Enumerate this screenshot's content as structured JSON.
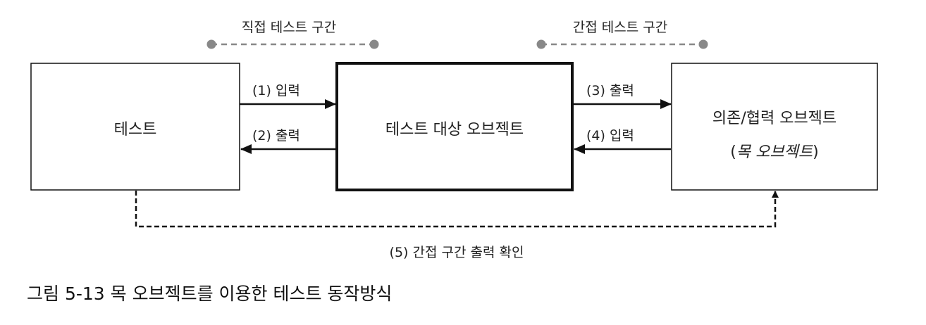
{
  "spans": {
    "direct": "직접 테스트 구간",
    "indirect": "간접 테스트 구간"
  },
  "boxes": {
    "test": "테스트",
    "target": "테스트 대상 오브젝트",
    "collab_line1": "의존/협력 오브젝트",
    "collab_line2_open": "(",
    "collab_line2_italic": "목 오브젝트",
    "collab_line2_close": ")"
  },
  "arrows": {
    "a1": "(1) 입력",
    "a2": "(2) 출력",
    "a3": "(3) 출력",
    "a4": "(4) 입력",
    "a5": "(5) 간접 구간 출력 확인"
  },
  "caption": "그림 5-13 목 오브젝트를 이용한 테스트 동작방식",
  "colors": {
    "line": "#111111",
    "span": "#888888"
  }
}
